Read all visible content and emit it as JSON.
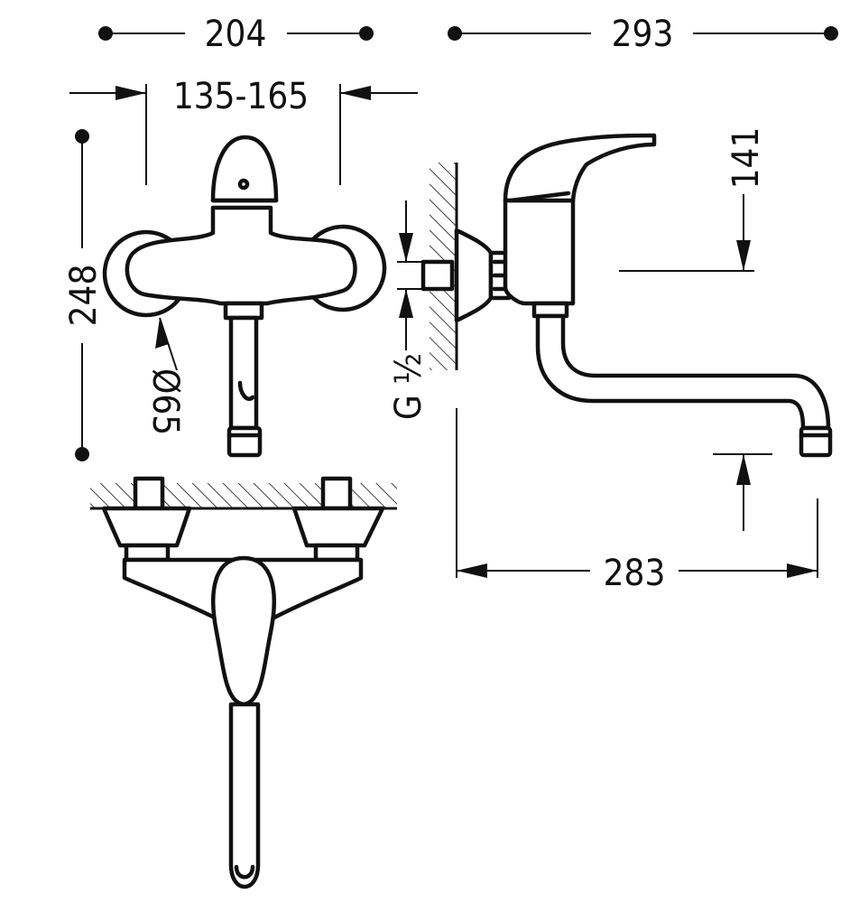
{
  "dimensions": {
    "overall_width": "204",
    "overall_projection": "293",
    "center_distance": "135-165",
    "overall_height": "248",
    "flange_diameter": "Ø65",
    "connection_thread": "G ½",
    "handle_height": "141",
    "spout_reach": "283"
  },
  "colors": {
    "line": "#111111",
    "background": "#ffffff"
  }
}
